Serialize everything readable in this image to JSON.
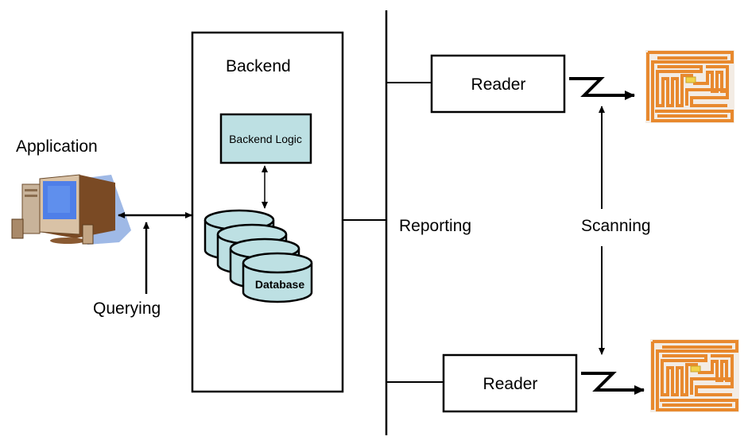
{
  "diagram": {
    "application": {
      "label": "Application",
      "icon": "desktop-computer-icon"
    },
    "querying": {
      "label": "Querying"
    },
    "backend": {
      "label": "Backend",
      "logic_label": "Backend Logic",
      "database_label": "Database",
      "fill_color": "#bde0e3"
    },
    "reporting": {
      "label": "Reporting"
    },
    "scanning": {
      "label": "Scanning"
    },
    "readers": [
      {
        "label": "Reader"
      },
      {
        "label": "Reader"
      }
    ],
    "tags": [
      {
        "icon": "rfid-tag-icon",
        "color": "#e8892e"
      },
      {
        "icon": "rfid-tag-icon",
        "color": "#e8892e"
      }
    ]
  }
}
